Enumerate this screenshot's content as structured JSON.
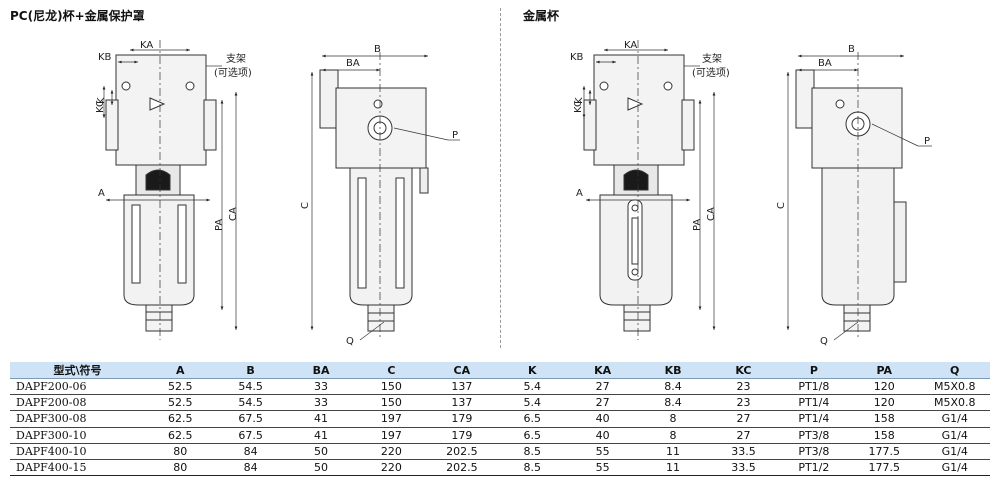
{
  "sections": {
    "left_title": "PC(尼龙)杯+金属保护罩",
    "right_title": "金属杯"
  },
  "labels": {
    "KA": "KA",
    "KB": "KB",
    "KC": "KC",
    "K": "K",
    "A": "A",
    "B": "B",
    "BA": "BA",
    "C": "C",
    "CA": "CA",
    "PA": "PA",
    "P": "P",
    "Q": "Q",
    "bracket": "支架",
    "bracket_optional": "(可选项)"
  },
  "table": {
    "headers": [
      "型式\\符号",
      "A",
      "B",
      "BA",
      "C",
      "CA",
      "K",
      "KA",
      "KB",
      "KC",
      "P",
      "PA",
      "Q"
    ],
    "rows": [
      [
        "DAPF200-06",
        "52.5",
        "54.5",
        "33",
        "150",
        "137",
        "5.4",
        "27",
        "8.4",
        "23",
        "PT1/8",
        "120",
        "M5X0.8"
      ],
      [
        "DAPF200-08",
        "52.5",
        "54.5",
        "33",
        "150",
        "137",
        "5.4",
        "27",
        "8.4",
        "23",
        "PT1/4",
        "120",
        "M5X0.8"
      ],
      [
        "DAPF300-08",
        "62.5",
        "67.5",
        "41",
        "197",
        "179",
        "6.5",
        "40",
        "8",
        "27",
        "PT1/4",
        "158",
        "G1/4"
      ],
      [
        "DAPF300-10",
        "62.5",
        "67.5",
        "41",
        "197",
        "179",
        "6.5",
        "40",
        "8",
        "27",
        "PT3/8",
        "158",
        "G1/4"
      ],
      [
        "DAPF400-10",
        "80",
        "84",
        "50",
        "220",
        "202.5",
        "8.5",
        "55",
        "11",
        "33.5",
        "PT3/8",
        "177.5",
        "G1/4"
      ],
      [
        "DAPF400-15",
        "80",
        "84",
        "50",
        "220",
        "202.5",
        "8.5",
        "55",
        "11",
        "33.5",
        "PT1/2",
        "177.5",
        "G1/4"
      ]
    ]
  }
}
